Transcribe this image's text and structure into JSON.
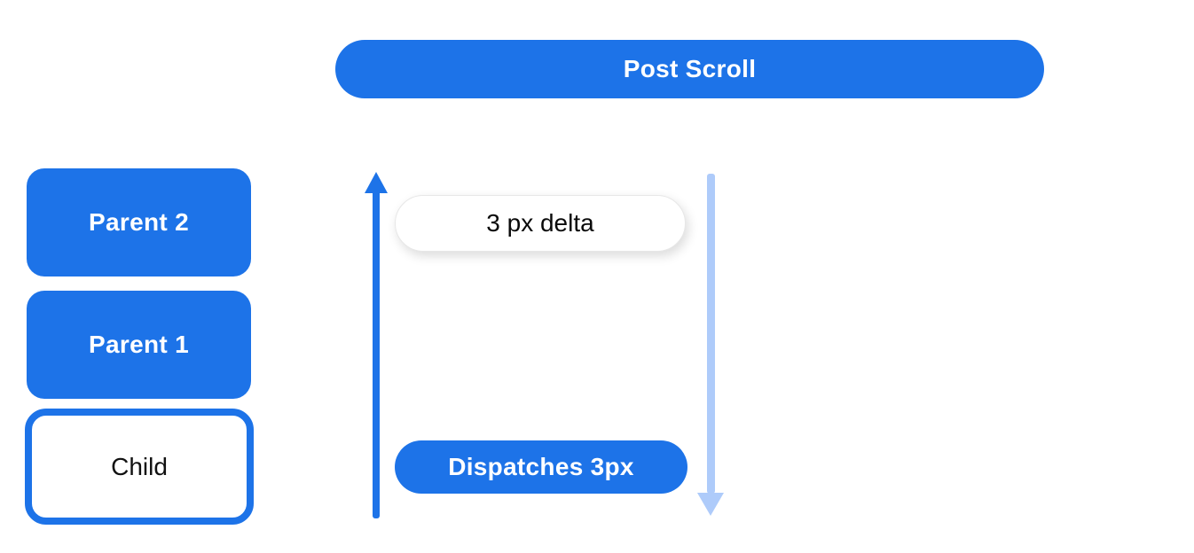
{
  "header": {
    "label": "Post Scroll"
  },
  "nodes": [
    {
      "id": "parent-2",
      "label": "Parent 2",
      "variant": "filled"
    },
    {
      "id": "parent-1",
      "label": "Parent 1",
      "variant": "filled"
    },
    {
      "id": "child",
      "label": "Child",
      "variant": "outlined"
    }
  ],
  "annotations": {
    "delta_pill": {
      "label": "3 px delta"
    },
    "dispatch_pill": {
      "label": "Dispatches 3px"
    }
  },
  "arrows": {
    "up": {
      "direction": "up",
      "color": "#1d73e8"
    },
    "down": {
      "direction": "down",
      "color": "#aecbfa"
    }
  },
  "colors": {
    "primary_blue": "#1d73e8",
    "light_blue": "#aecbfa",
    "text_on_blue": "#ffffff",
    "text_dark": "#111111",
    "background": "#ffffff"
  }
}
